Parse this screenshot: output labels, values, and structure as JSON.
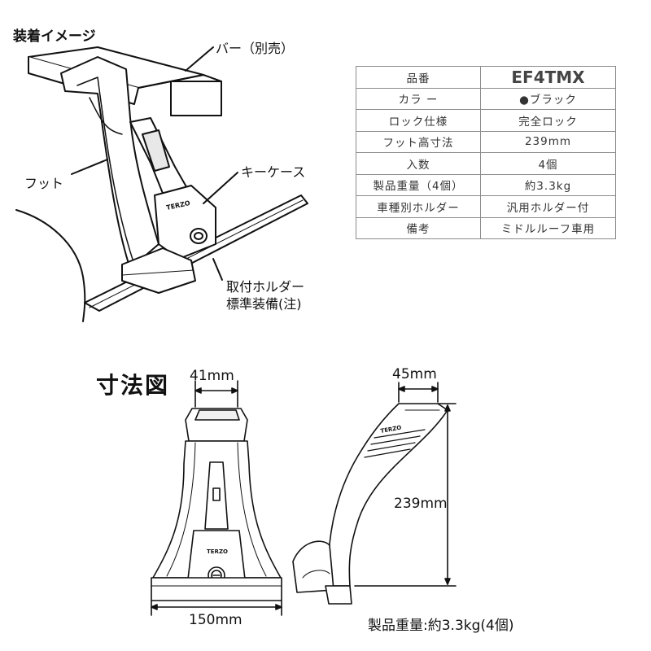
{
  "install_image": {
    "title": "装着イメージ",
    "callouts": {
      "bar": "バー（別売）",
      "foot": "フット",
      "key_case": "キーケース",
      "holder_line1": "取付ホルダー",
      "holder_line2": "標準装備(注)"
    },
    "brand": "TERZO"
  },
  "spec_table": {
    "rows": [
      {
        "label": "品番",
        "value": "EF4TMX"
      },
      {
        "label": "カラ ー",
        "value": "●ブラック"
      },
      {
        "label": "ロック仕様",
        "value": "完全ロック"
      },
      {
        "label": "フット高寸法",
        "value": "239mm"
      },
      {
        "label": "入数",
        "value": "4個"
      },
      {
        "label": "製品重量（4個）",
        "value": "約3.3kg"
      },
      {
        "label": "車種別ホルダー",
        "value": "汎用ホルダー付"
      },
      {
        "label": "備考",
        "value": "ミドルルーフ車用"
      }
    ]
  },
  "dimensions": {
    "title": "寸法図",
    "top_width": "41mm",
    "side_top": "45mm",
    "height": "239mm",
    "base_width": "150mm",
    "weight_note": "製品重量:約3.3kg(4個)",
    "brand": "TERZO"
  }
}
